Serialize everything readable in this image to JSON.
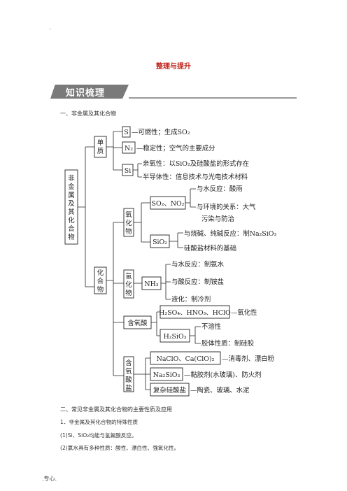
{
  "header": {
    "top_mark": "."
  },
  "title": "整理与提升",
  "banner": {
    "label": "知识梳理"
  },
  "section1": {
    "heading": "一、非金属及其化合物"
  },
  "diagram": {
    "root": [
      "非",
      "金",
      "属",
      "及",
      "其",
      "化",
      "合",
      "物"
    ],
    "danzhi": [
      "单",
      "质"
    ],
    "huahewu": [
      "化",
      "合",
      "物"
    ],
    "S": {
      "box": "S",
      "text": "—可燃性；生成SO₂"
    },
    "N2": {
      "box": "N₂",
      "text": "—稳定性；空气的主要成分"
    },
    "Si": {
      "box": "Si",
      "line1": "亲氧性：以SiO₂及硅酸盐的形式存在",
      "line2": "半导体性：信息技术与光电技术材料"
    },
    "oxide": [
      "氧",
      "化",
      "物"
    ],
    "so2no2": {
      "box": "SO₂、NO₂",
      "t1": "与水反应：酸雨",
      "t2": "与环境的关系：大气",
      "t3": "污染与防治"
    },
    "sio2": {
      "box": "SiO₂",
      "t1": "与烧碱、纯碱反应：制Na₂SiO₃",
      "t2": "硅酸盐材料的基础"
    },
    "hydride": [
      "氢",
      "化",
      "物"
    ],
    "nh3": {
      "box": "NH₃",
      "t1": "与水反应：制氨水",
      "t2": "与酸反应：制铵盐",
      "t3": "液化：制冷剂"
    },
    "acid": {
      "box": "含氧酸",
      "strong": "H₂SO₄、HNO₃、HClO",
      "strong_prop": "—氧化性",
      "h2sio3": "H₂SiO₃",
      "t1": "不溶性",
      "t2": "胶体性质：制硅胶"
    },
    "salt": {
      "label": [
        "含",
        "氧",
        "酸",
        "盐"
      ],
      "r1box": "NaClO、Ca(ClO)₂",
      "r1text": "—消毒剂、漂白粉",
      "r2box": "Na₂SiO₃",
      "r2text": "—黏胶剂(水玻璃)、防火剂",
      "r3box": "复杂硅酸盐",
      "r3text": "—陶瓷、玻璃、水泥"
    }
  },
  "section2": {
    "heading": "二、常见非金属及其化合物的主要性质及应用"
  },
  "items": [
    "1．非金属及其化合物的特殊性质",
    "(1)Si、SiO₂均能与氢氟酸反应。",
    "(2)氯水具有多种性质：酸性、漂白性、强氧化性。"
  ],
  "footer": {
    "mark": ".专心."
  }
}
